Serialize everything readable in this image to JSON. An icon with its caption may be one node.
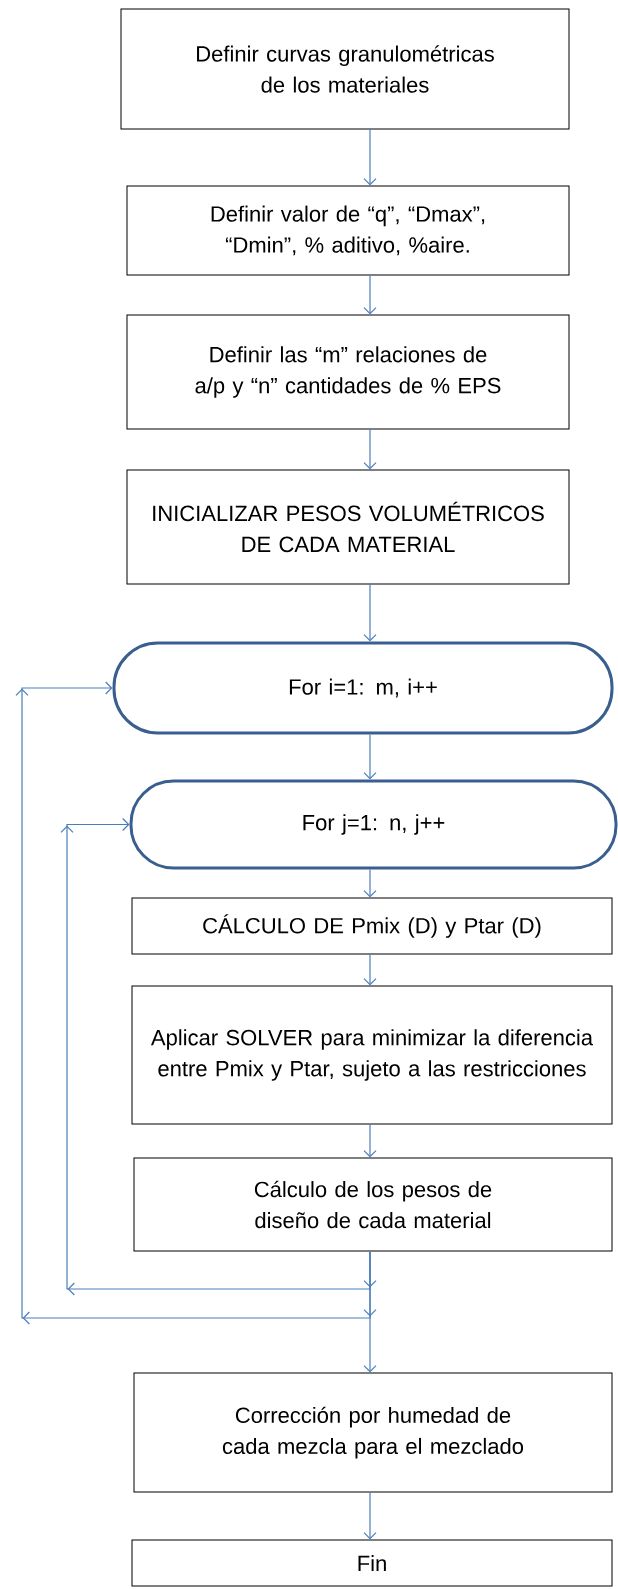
{
  "diagram": {
    "nodes": [
      {
        "text": [
          "Definir curvas granulométricas de los materiales"
        ]
      },
      {
        "text": [
          "Definir valor de “q”, “Dmax”, “Dmin”, % aditivo, %aire."
        ]
      },
      {
        "text": [
          "Definir las “m” relaciones de a/p y “n” cantidades de % EPS"
        ]
      },
      {
        "text": [
          "INICIALIZAR PESOS VOLUMÉTRICOS DE CADA MATERIAL"
        ]
      },
      {
        "text": [
          "For i=1: m, i++"
        ]
      },
      {
        "text": [
          "For j=1: n, j++"
        ]
      },
      {
        "text": [
          "CÁLCULO DE Pmix (D) y Ptar (D)"
        ]
      },
      {
        "text": [
          "Aplicar SOLVER para minimizar la diferencia entre Pmix y Ptar, sujeto a las restricciones"
        ]
      },
      {
        "text": [
          "Cálculo de los pesos de diseño de cada material"
        ]
      },
      {
        "text": [
          "Corrección por humedad de cada mezcla para el mezclado"
        ]
      },
      {
        "text": [
          "Fin"
        ]
      }
    ],
    "edges": [
      {
        "from": 0,
        "to": 1,
        "arrow": "to"
      },
      {
        "from": 1,
        "to": 2,
        "arrow": "to"
      },
      {
        "from": 2,
        "to": 3,
        "arrow": "to"
      },
      {
        "from": 3,
        "to": 4,
        "arrow": "to"
      },
      {
        "from": 4,
        "to": 5,
        "arrow": "to"
      },
      {
        "from": 5,
        "to": 6,
        "arrow": "to"
      },
      {
        "from": 6,
        "to": 7,
        "arrow": "to"
      },
      {
        "from": 7,
        "to": 8,
        "arrow": "to"
      },
      {
        "from": 8,
        "to": 5,
        "arrow": "to"
      },
      {
        "from": 8,
        "to": 4,
        "arrow": "to"
      },
      {
        "from": 8,
        "to": 9,
        "arrow": "to"
      },
      {
        "from": 9,
        "to": 10,
        "arrow": "to"
      }
    ]
  }
}
